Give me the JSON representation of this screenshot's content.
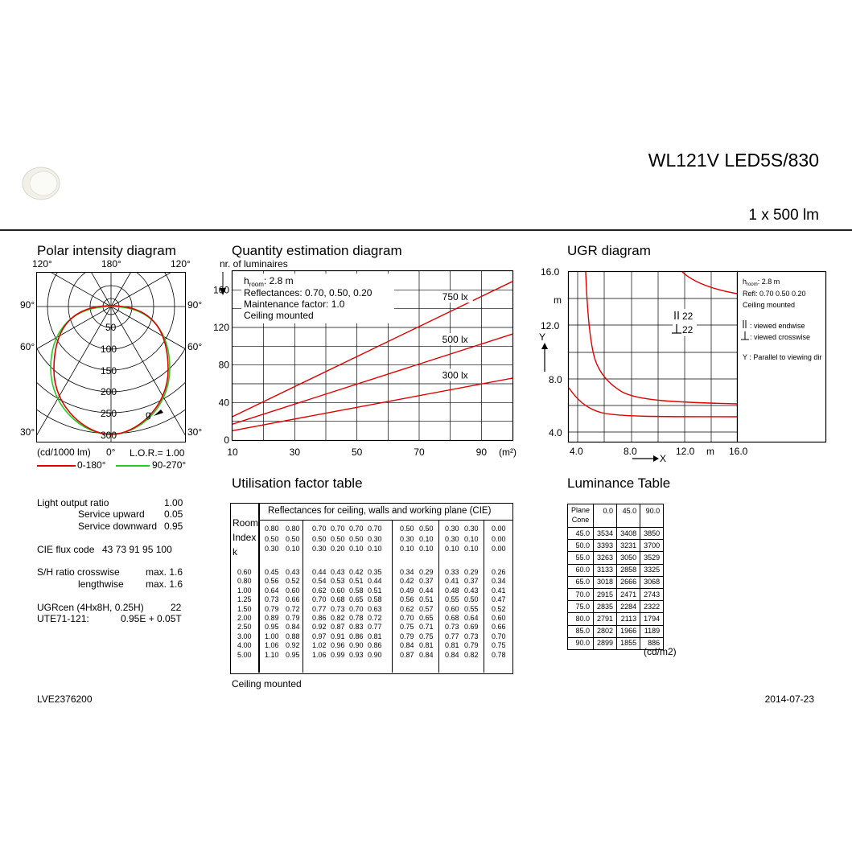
{
  "header": {
    "title": "WL121V LED5S/830",
    "output": "1 x 500 lm"
  },
  "polar": {
    "title": "Polar intensity diagram",
    "angle_labels": {
      "top_left": "120°",
      "top_center": "180°",
      "top_right": "120°",
      "left_90": "90°",
      "right_90": "90°",
      "left_60": "60°",
      "right_60": "60°",
      "left_30": "30°",
      "right_30": "30°",
      "bottom_center": "0°"
    },
    "ring_labels": [
      "50",
      "100",
      "150",
      "200",
      "250",
      "300"
    ],
    "unit": "(cd/1000 lm)",
    "lor": "L.O.R.= 1.00",
    "gamma": "g",
    "legend": [
      {
        "label": "0-180°",
        "color": "#e00000"
      },
      {
        "label": "90-270°",
        "color": "#22cc22"
      }
    ]
  },
  "specs": {
    "light_output_ratio": {
      "label": "Light output ratio",
      "value": "1.00"
    },
    "service_upward": {
      "label": "Service upward",
      "value": "0.05"
    },
    "service_downward": {
      "label": "Service downward",
      "value": "0.95"
    },
    "cie_flux": {
      "label": "CIE flux code",
      "value": "43 73 91 95 100"
    },
    "sh_cross": {
      "label": "S/H ratio  crosswise",
      "value": "max. 1.6"
    },
    "sh_length": {
      "label": "lengthwise",
      "value": "max. 1.6"
    },
    "ugr": {
      "label": "UGRcen (4Hx8H, 0.25H)",
      "value": "22"
    },
    "ute": {
      "label": "UTE71-121:",
      "value": "0.95E + 0.05T"
    }
  },
  "quantity": {
    "title": "Quantity estimation diagram",
    "ylabel": "nr. of luminaires",
    "notes": [
      "h_room: 2.8 m",
      "Reflectances: 0.70, 0.50, 0.20",
      "Maintenance factor: 1.0",
      "Ceiling mounted"
    ],
    "h_label": "h",
    "h_sub": "room",
    "h_value": ": 2.8 m",
    "x_ticks": [
      "10",
      "30",
      "50",
      "70",
      "90"
    ],
    "x_unit": "(m²)",
    "y_ticks": [
      "0",
      "40",
      "80",
      "120",
      "160"
    ]
  },
  "chart_data": {
    "type": "line",
    "xlim": [
      10,
      100
    ],
    "ylim": [
      0,
      180
    ],
    "series": [
      {
        "name": "750 lx",
        "x": [
          10,
          100
        ],
        "y": [
          25,
          169
        ]
      },
      {
        "name": "500 lx",
        "x": [
          10,
          100
        ],
        "y": [
          17,
          113
        ]
      },
      {
        "name": "300 lx",
        "x": [
          10,
          100
        ],
        "y": [
          10,
          66
        ]
      }
    ]
  },
  "ugr": {
    "title": "UGR diagram",
    "y_ticks": [
      "4.0",
      "8.0",
      "12.0",
      "16.0"
    ],
    "x_ticks": [
      "4.0",
      "8.0",
      "12.0",
      "16.0"
    ],
    "unit_m": "m",
    "y_axis": "Y",
    "x_axis": "X",
    "val_end": "22",
    "val_cross": "22",
    "notes": {
      "h_prefix": "h",
      "h_sub": "room",
      "h_val": ": 2.8 m",
      "refl": "Refl: 0.70 0.50 0.20",
      "mount": "Ceiling mounted",
      "end": ": viewed endwise",
      "cross": ": viewed crosswise",
      "parallel": "Y  : Parallel to viewing dir"
    }
  },
  "uf": {
    "title": "Utilisation factor table",
    "header": "Reflectances for ceiling, walls and working plane (CIE)",
    "row_head": [
      "Room",
      "Index",
      "k"
    ],
    "refl_rows": [
      [
        "0.80",
        "0.80",
        "0.70",
        "0.70",
        "0.70",
        "0.70",
        "0.50",
        "0.50",
        "0.30",
        "0.30",
        "0.00"
      ],
      [
        "0.50",
        "0.50",
        "0.50",
        "0.50",
        "0.50",
        "0.30",
        "0.30",
        "0.10",
        "0.30",
        "0.10",
        "0.00"
      ],
      [
        "0.30",
        "0.10",
        "0.30",
        "0.20",
        "0.10",
        "0.10",
        "0.10",
        "0.10",
        "0.10",
        "0.10",
        "0.00"
      ]
    ],
    "k": [
      "0.60",
      "0.80",
      "1.00",
      "1.25",
      "1.50",
      "2.00",
      "2.50",
      "3.00",
      "4.00",
      "5.00"
    ],
    "rows": [
      [
        "0.45",
        "0.43",
        "0.44",
        "0.43",
        "0.42",
        "0.35",
        "0.34",
        "0.29",
        "0.33",
        "0.29",
        "0.26"
      ],
      [
        "0.56",
        "0.52",
        "0.54",
        "0.53",
        "0.51",
        "0.44",
        "0.42",
        "0.37",
        "0.41",
        "0.37",
        "0.34"
      ],
      [
        "0.64",
        "0.60",
        "0.62",
        "0.60",
        "0.58",
        "0.51",
        "0.49",
        "0.44",
        "0.48",
        "0.43",
        "0.41"
      ],
      [
        "0.73",
        "0.66",
        "0.70",
        "0.68",
        "0.65",
        "0.58",
        "0.56",
        "0.51",
        "0.55",
        "0.50",
        "0.47"
      ],
      [
        "0.79",
        "0.72",
        "0.77",
        "0.73",
        "0.70",
        "0.63",
        "0.62",
        "0.57",
        "0.60",
        "0.55",
        "0.52"
      ],
      [
        "0.89",
        "0.79",
        "0.86",
        "0.82",
        "0.78",
        "0.72",
        "0.70",
        "0.65",
        "0.68",
        "0.64",
        "0.60"
      ],
      [
        "0.95",
        "0.84",
        "0.92",
        "0.87",
        "0.83",
        "0.77",
        "0.75",
        "0.71",
        "0.73",
        "0.69",
        "0.66"
      ],
      [
        "1.00",
        "0.88",
        "0.97",
        "0.91",
        "0.86",
        "0.81",
        "0.79",
        "0.75",
        "0.77",
        "0.73",
        "0.70"
      ],
      [
        "1.06",
        "0.92",
        "1.02",
        "0.96",
        "0.90",
        "0.86",
        "0.84",
        "0.81",
        "0.81",
        "0.79",
        "0.75"
      ],
      [
        "1.10",
        "0.95",
        "1.06",
        "0.99",
        "0.93",
        "0.90",
        "0.87",
        "0.84",
        "0.84",
        "0.82",
        "0.78"
      ]
    ],
    "footer": "Ceiling mounted"
  },
  "luminance": {
    "title": "Luminance Table",
    "head_plane": "Plane",
    "head_cone": "Cone",
    "planes": [
      "0.0",
      "45.0",
      "90.0"
    ],
    "rows": [
      [
        "45.0",
        "3534",
        "3408",
        "3850"
      ],
      [
        "50.0",
        "3393",
        "3231",
        "3700"
      ],
      [
        "55.0",
        "3263",
        "3050",
        "3529"
      ],
      [
        "60.0",
        "3133",
        "2858",
        "3325"
      ],
      [
        "65.0",
        "3018",
        "2666",
        "3068"
      ],
      [
        "70.0",
        "2915",
        "2471",
        "2743"
      ],
      [
        "75.0",
        "2835",
        "2284",
        "2322"
      ],
      [
        "80.0",
        "2791",
        "2113",
        "1794"
      ],
      [
        "85.0",
        "2802",
        "1966",
        "1189"
      ],
      [
        "90.0",
        "2899",
        "1855",
        "886"
      ]
    ],
    "unit": "(cd/m2)"
  },
  "footer": {
    "code": "LVE2376200",
    "date": "2014-07-23"
  }
}
